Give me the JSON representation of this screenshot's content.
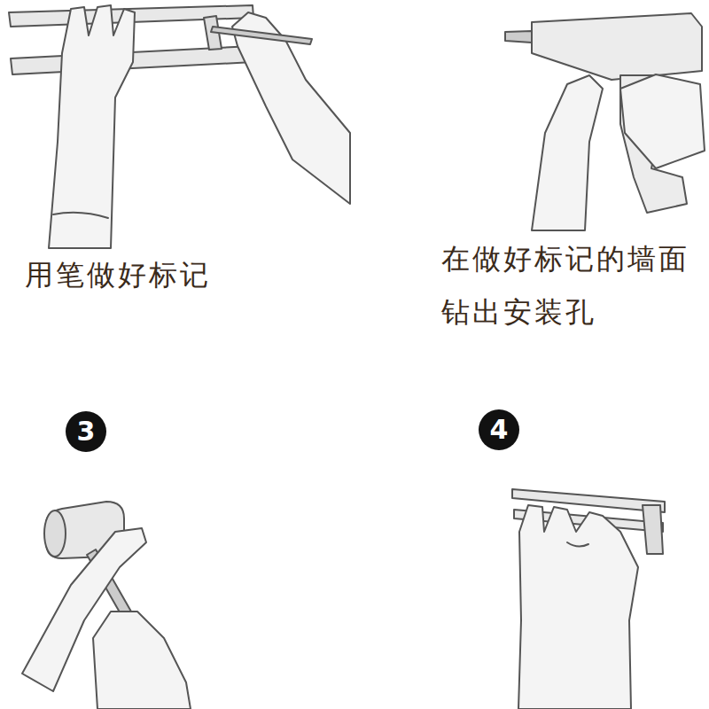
{
  "diagram": {
    "nodes": [
      {
        "text": [
          "3"
        ]
      },
      {
        "text": [
          "4"
        ]
      }
    ],
    "labels": [
      "用笔做好标记",
      "在做好标记的墙面 钻出安装孔"
    ]
  }
}
